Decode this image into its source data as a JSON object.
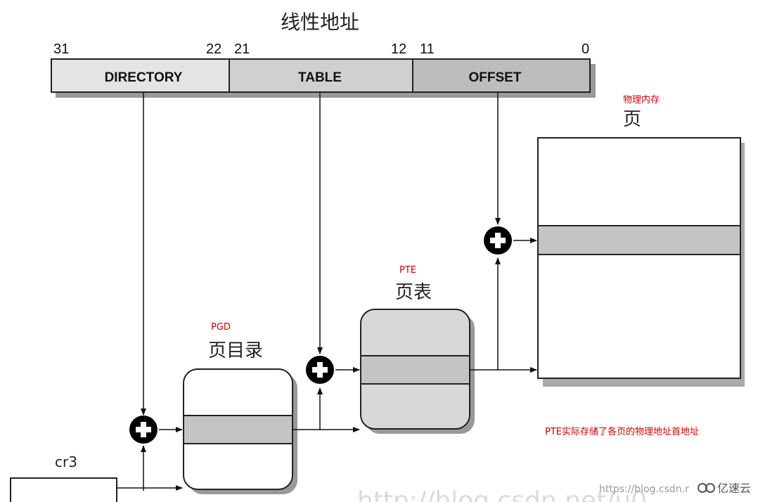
{
  "title": "线性地址",
  "bits": {
    "b31": "31",
    "b22": "22",
    "b21": "21",
    "b12": "12",
    "b11": "11",
    "b0": "0"
  },
  "fields": {
    "directory": "DIRECTORY",
    "table": "TABLE",
    "offset": "OFFSET"
  },
  "physical_memory": {
    "annotation": "物理内存",
    "label": "页"
  },
  "page_table": {
    "annotation": "PTE",
    "label": "页表"
  },
  "page_directory": {
    "annotation": "PGD",
    "label": "页目录"
  },
  "register": "cr3",
  "note": "PTE实际存储了各页的物理地址首地址",
  "watermark": {
    "url_small": "https://blog.csdn.r",
    "url_big": "http://blog.csdn.net/u0"
  },
  "brand": {
    "name": "亿速云",
    "icon": "yisu-logo-icon"
  },
  "adder_icon": "plus-circle-icon",
  "colors": {
    "field_light": "#e4e4e4",
    "field_mid": "#d0d0d0",
    "field_dark": "#bdbdbd",
    "entry_fill": "#c4c4c4",
    "red_annotation": "#cc0000"
  }
}
